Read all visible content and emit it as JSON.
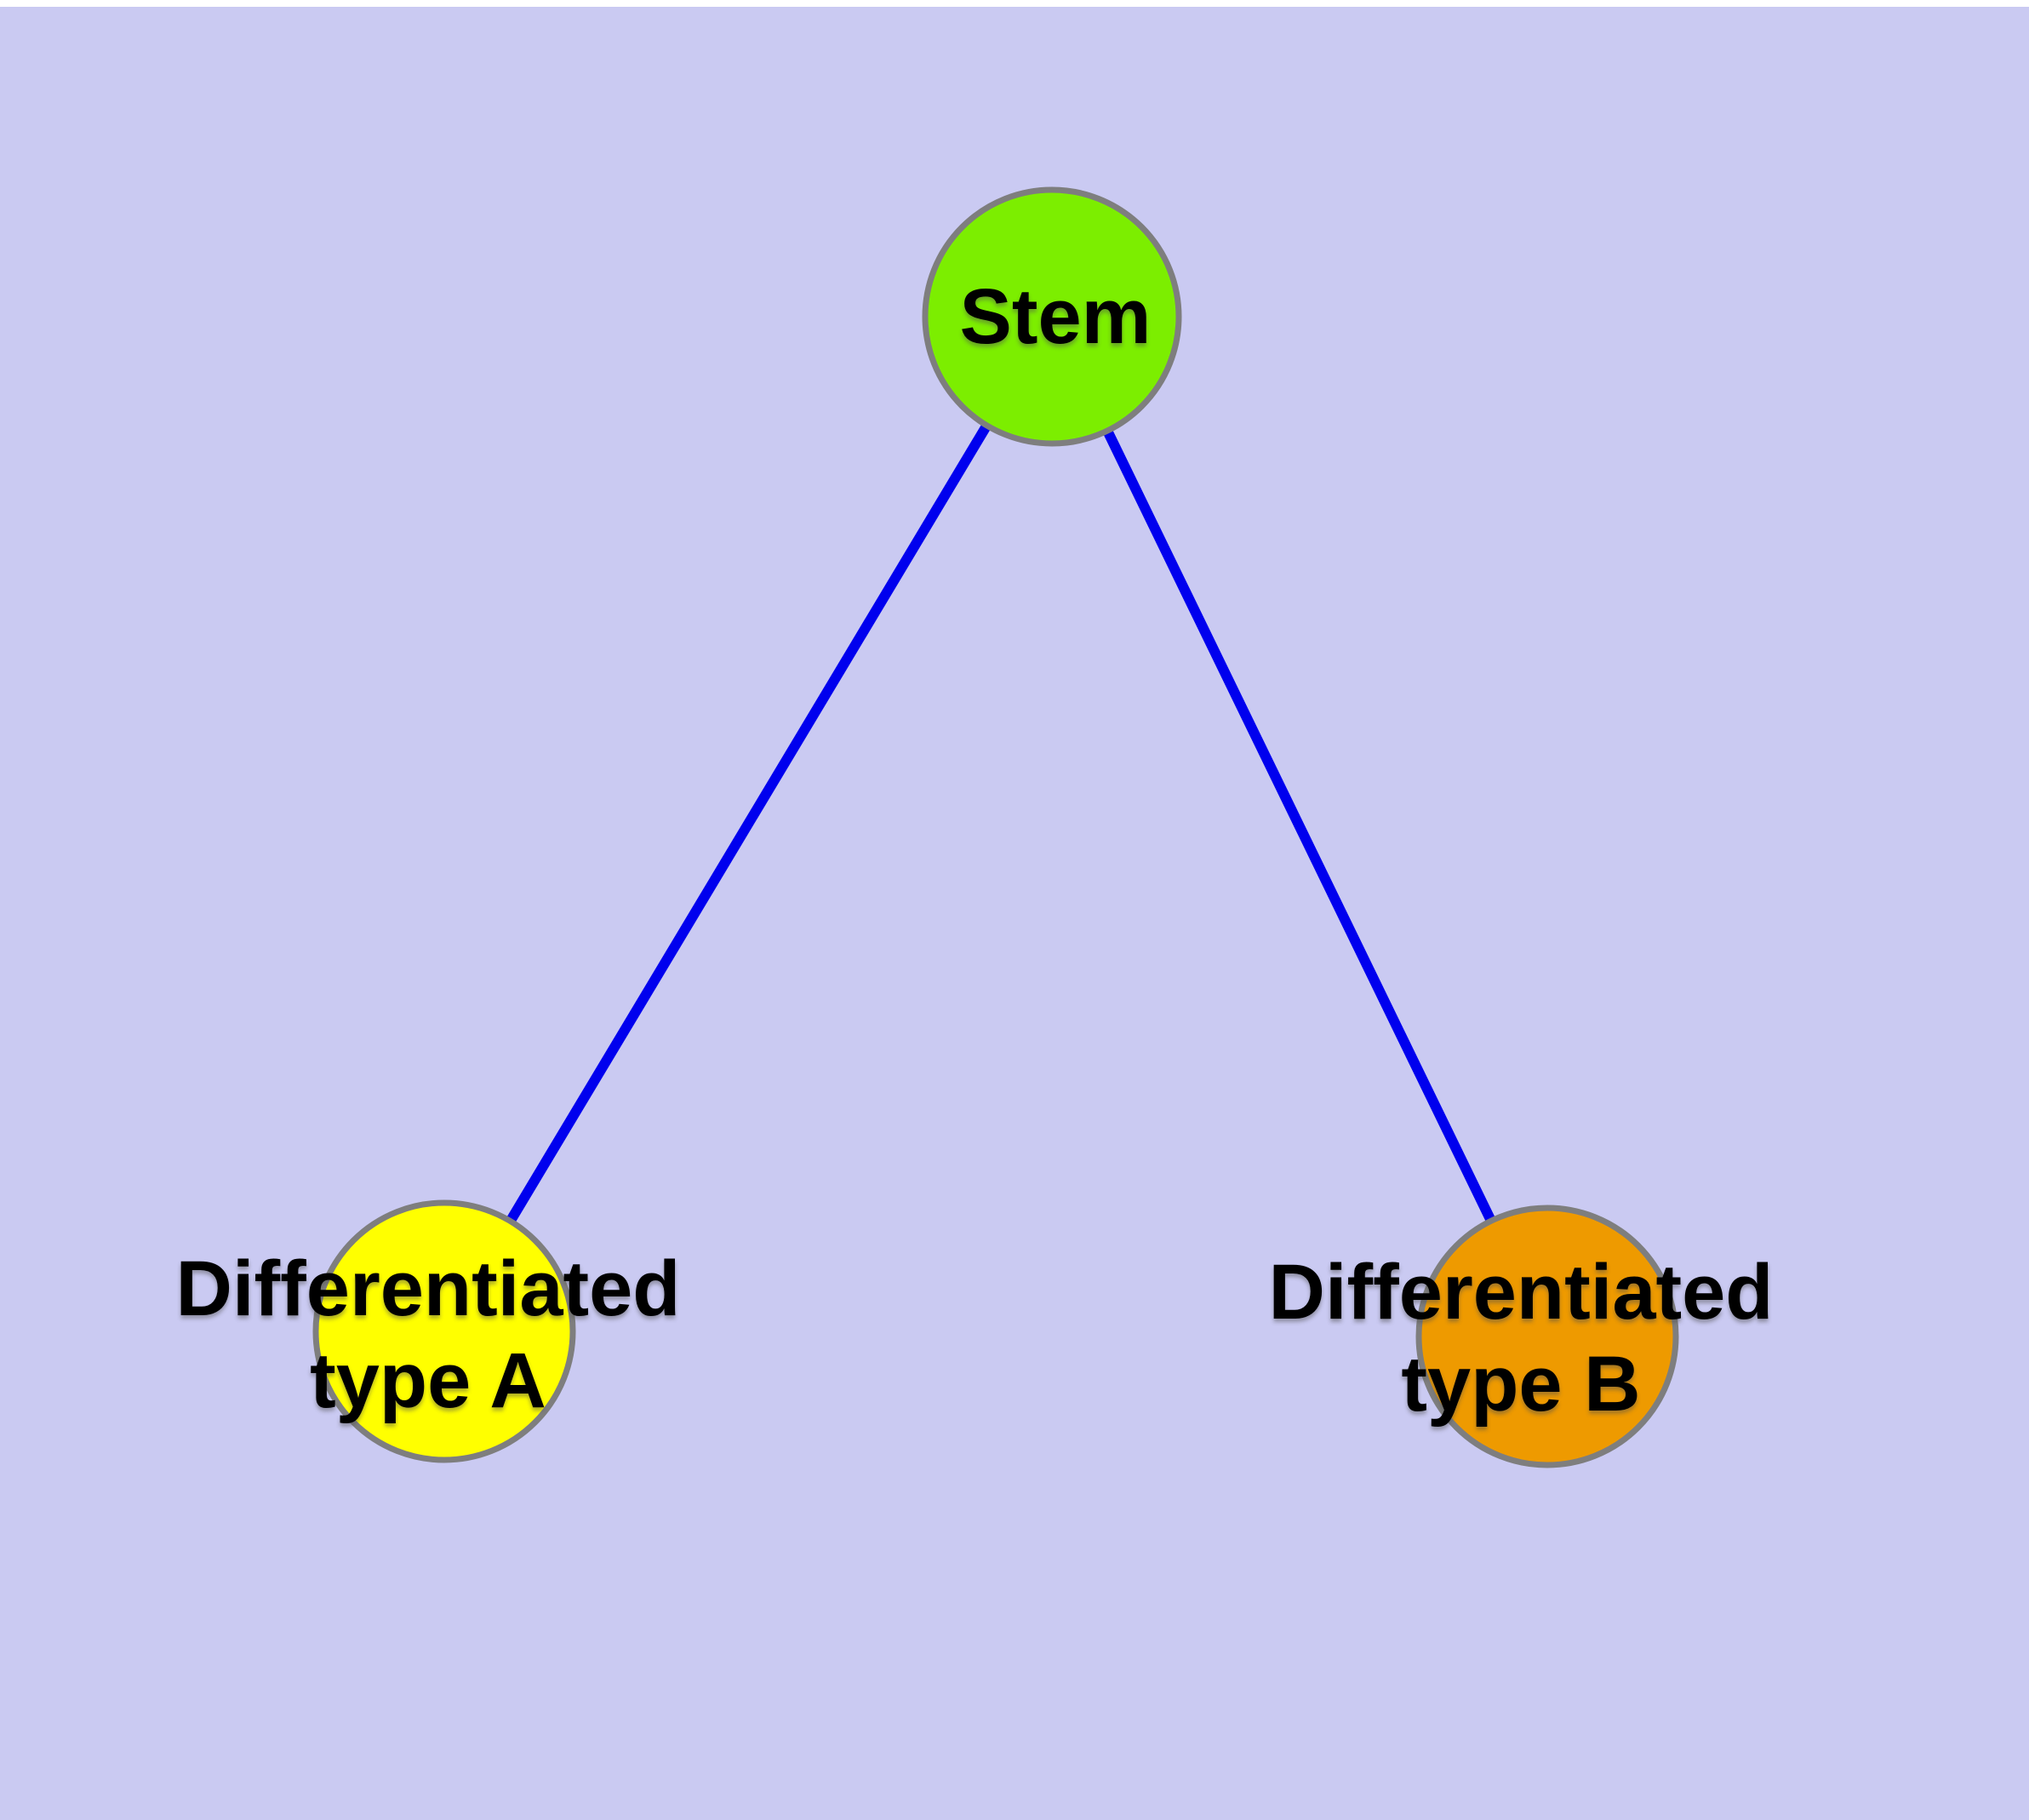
{
  "diagram": {
    "type": "graph",
    "background_color": "#cacaf2",
    "edge_color": "#0000ee",
    "node_border_color": "#7e7e7e",
    "label_color": "#000000",
    "nodes": [
      {
        "id": "stem",
        "label": "Stem",
        "fill": "#7cee00"
      },
      {
        "id": "type-a",
        "label": "Differentiated\ntype A",
        "fill": "#ffff00"
      },
      {
        "id": "type-b",
        "label": "Differentiated\ntype B",
        "fill": "#ee9a00"
      }
    ],
    "edges": [
      {
        "from": "Stem",
        "to": "Differentiated type A"
      },
      {
        "from": "Stem",
        "to": "Differentiated type B"
      }
    ]
  }
}
